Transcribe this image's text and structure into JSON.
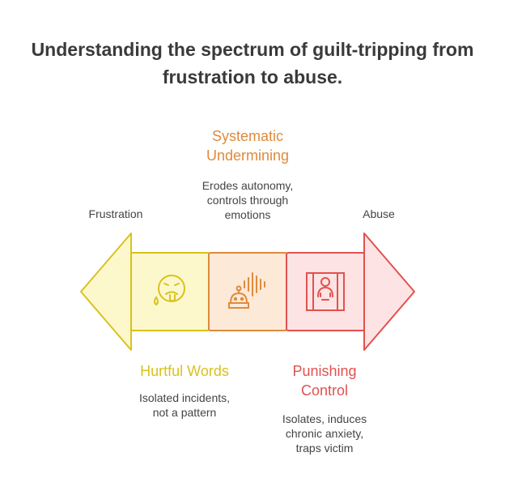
{
  "title": "Understanding the spectrum of guilt-tripping from\nfrustration to abuse.",
  "endpoints": {
    "left": "Frustration",
    "right": "Abuse"
  },
  "stages": [
    {
      "title": "Hurtful Words",
      "description": "Isolated incidents,\nnot a pattern",
      "color": "#d8c21e",
      "fill": "#fdf8cc",
      "icon": "crying-face-icon"
    },
    {
      "title": "Systematic\nUndermining",
      "description": "Erodes autonomy,\ncontrols through\nemotions",
      "color": "#e08a3c",
      "fill": "#fde9d8",
      "icon": "robot-sound-wave-icon"
    },
    {
      "title": "Punishing\nControl",
      "description": "Isolates, induces\nchronic anxiety,\ntraps victim",
      "color": "#e0524f",
      "fill": "#fde3e3",
      "icon": "person-in-cage-icon"
    }
  ]
}
